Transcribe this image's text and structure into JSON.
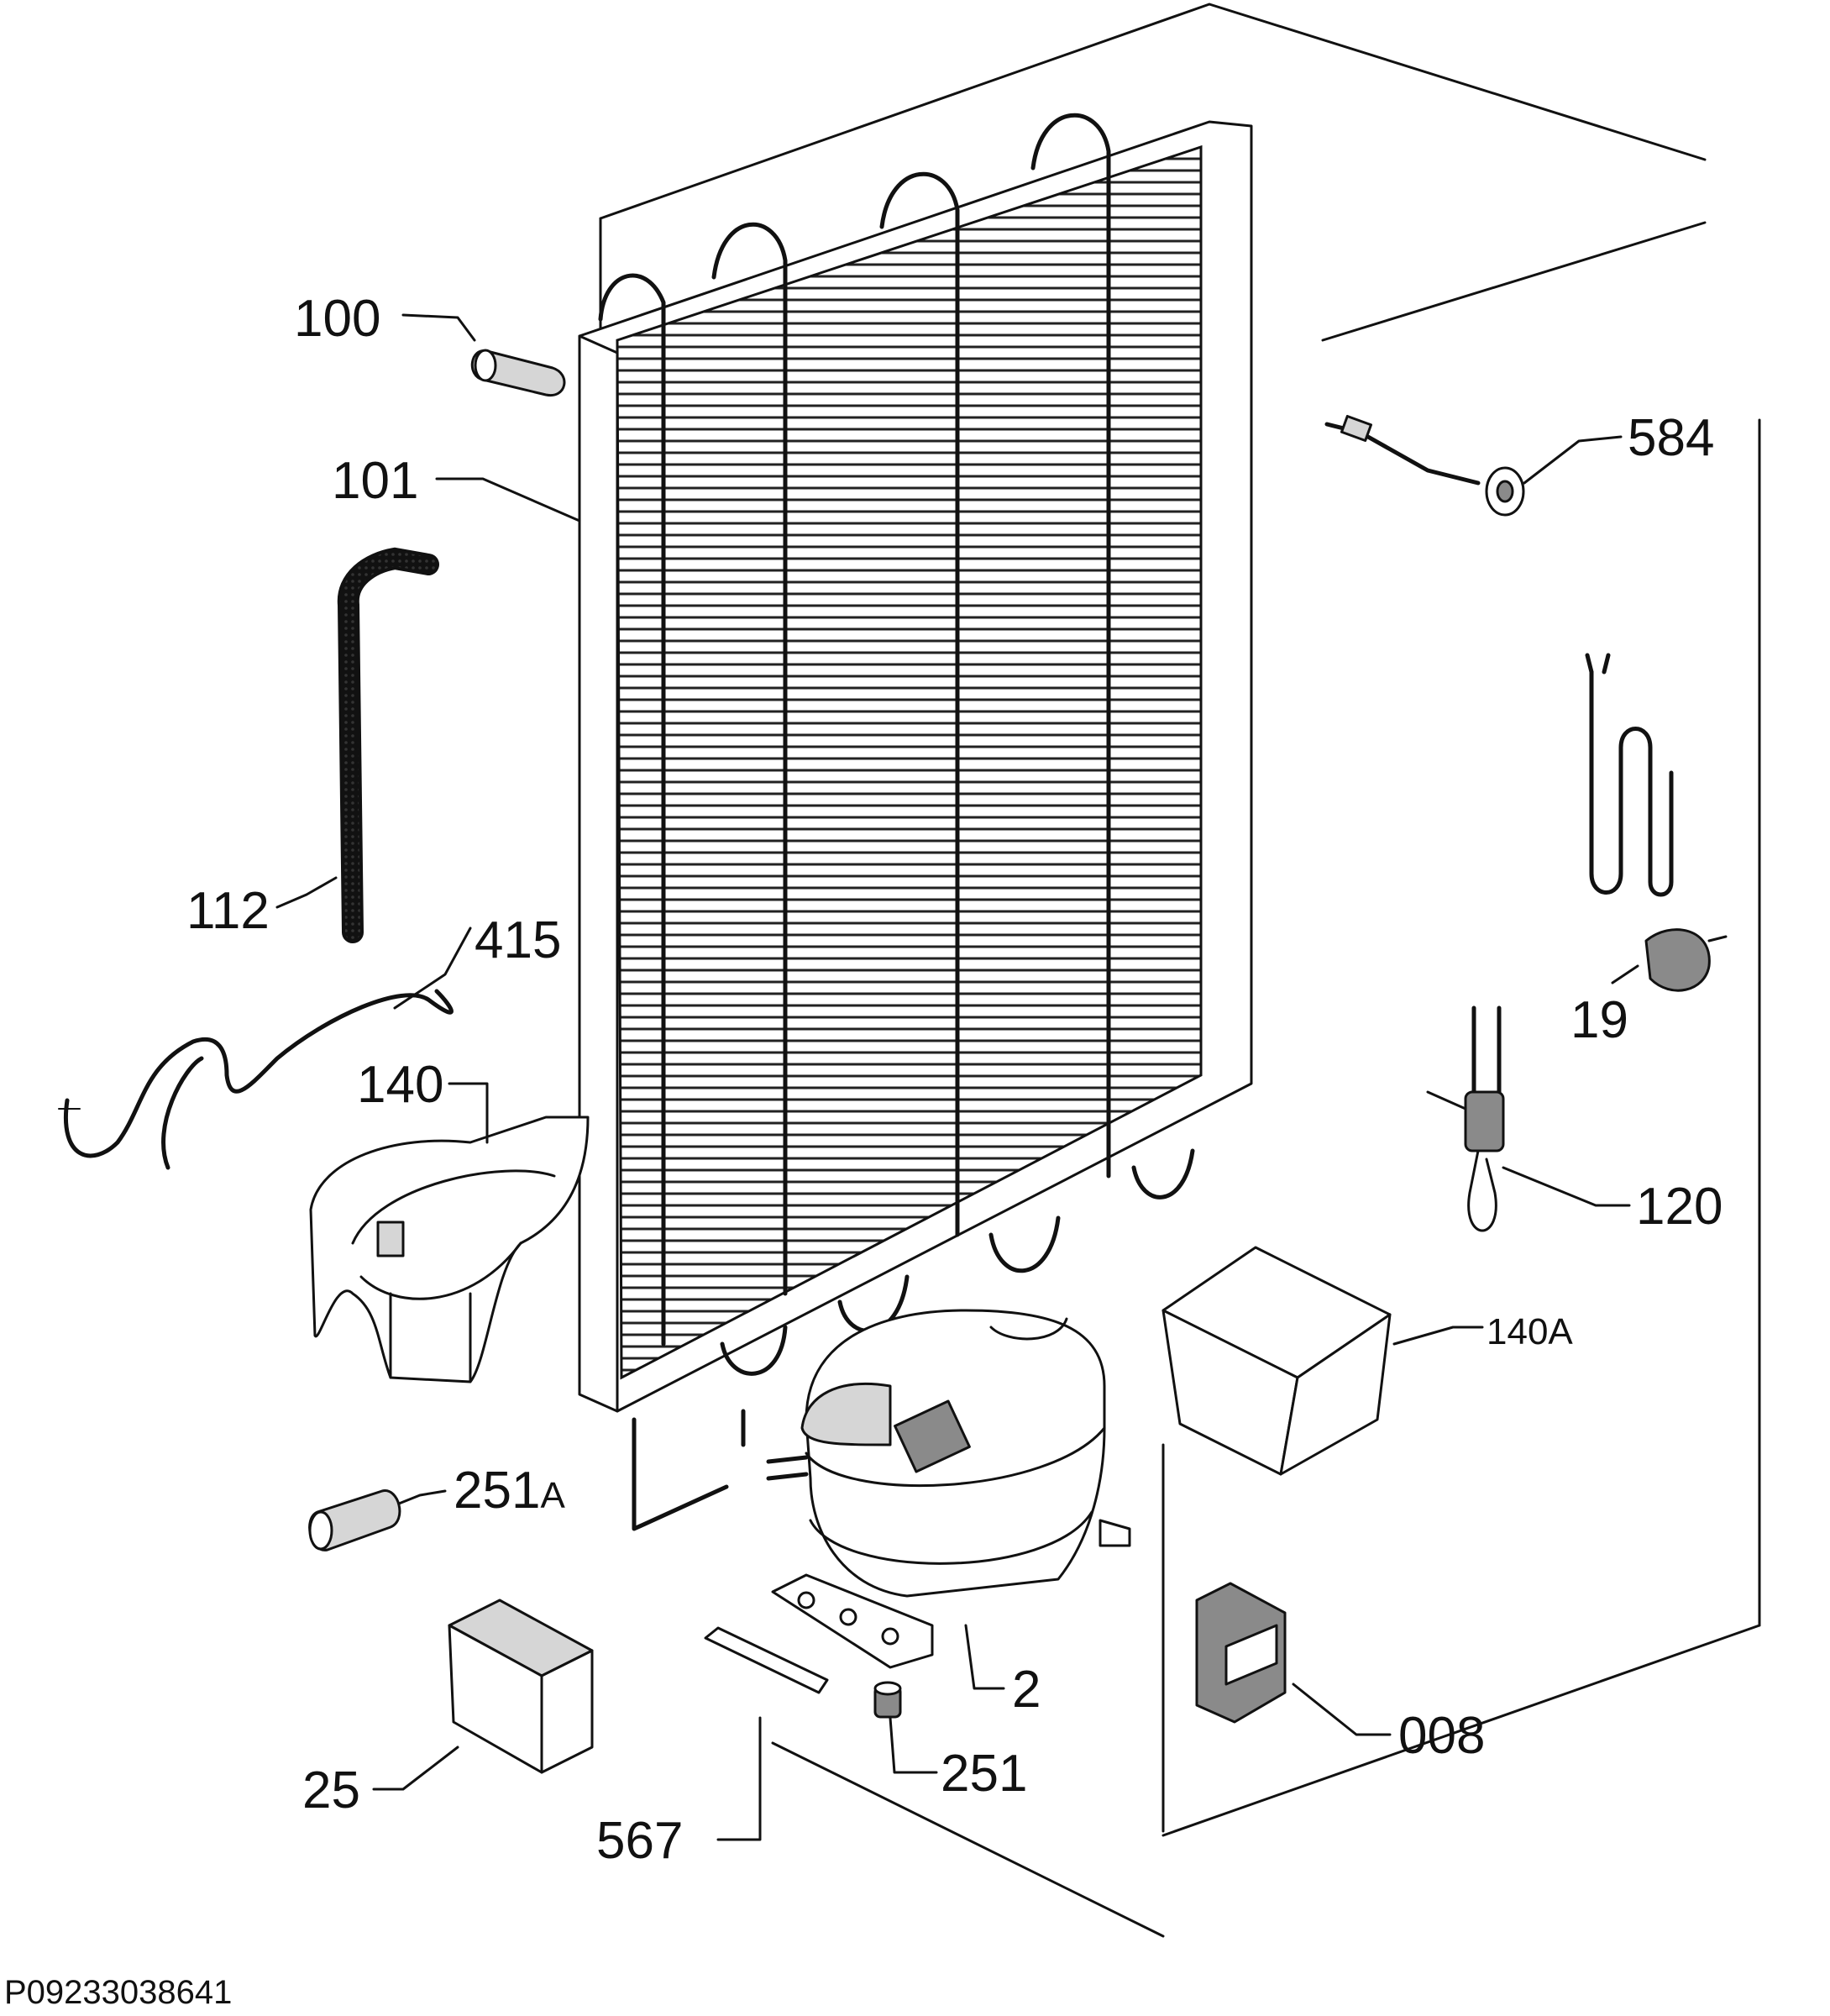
{
  "diagram": {
    "labels": {
      "p100": "100",
      "p101": "101",
      "p112": "112",
      "p415": "415",
      "p140": "140",
      "p251a_num": "251",
      "p251a_suffix": "A",
      "p25": "25",
      "p567": "567",
      "p251": "251",
      "p2": "2",
      "p008": "008",
      "p140a_num": "140",
      "p140a_suffix": "A",
      "p120": "120",
      "p19": "19",
      "p584": "584"
    },
    "drawing_code": "P09233038641"
  }
}
